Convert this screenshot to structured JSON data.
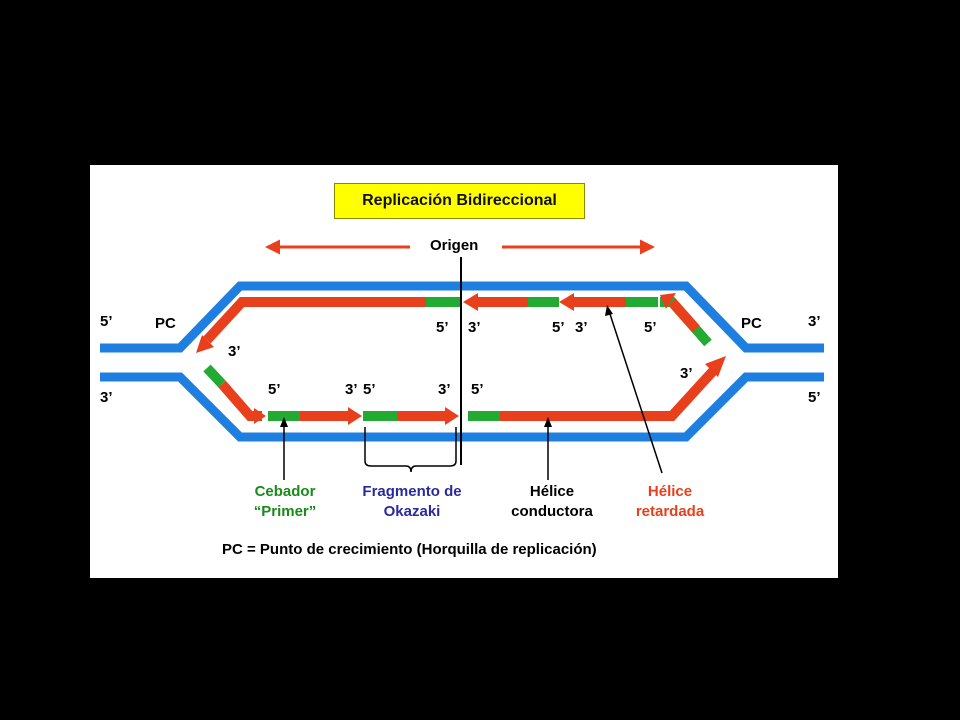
{
  "title": "Replicación Bidireccional",
  "origin_label": "Origen",
  "strand_labels": {
    "left_top_5": "5’",
    "left_bottom_3": "3’",
    "right_top_3": "3’",
    "right_bottom_5": "5’",
    "pc_left": "PC",
    "pc_right": "PC"
  },
  "end_labels": {
    "top_left_3": "3’",
    "top_5_a": "5’",
    "top_3_a": "3’",
    "top_5_b": "5’",
    "top_3_b": "3’",
    "top_5_c": "5’",
    "right_3": "3’",
    "bottom_5_a": "5’",
    "bottom_3_a": "3’",
    "bottom_5_b": "5’",
    "bottom_3_b": "3’",
    "bottom_5_c": "5’"
  },
  "captions": {
    "primer_line1": "Cebador",
    "primer_line2": "“Primer”",
    "okazaki_line1": "Fragmento de",
    "okazaki_line2": "Okazaki",
    "leading_line1": "Hélice",
    "leading_line2": "conductora",
    "lagging_line1": "Hélice",
    "lagging_line2": "retardada"
  },
  "footnote": "PC = Punto de crecimiento (Horquilla de replicación)",
  "colors": {
    "parent_strand": "#1e7fe0",
    "new_strand": "#e8401c",
    "primer": "#22aa33",
    "okazaki_text": "#2a2aa0",
    "primer_text": "#1a8a1a",
    "lagging_text": "#e8401c",
    "title_bg": "#ffff00"
  }
}
